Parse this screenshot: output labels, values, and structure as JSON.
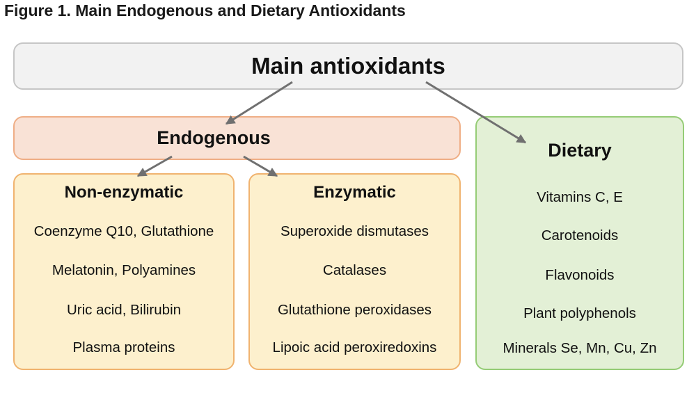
{
  "figure_title": "Figure 1. Main Endogenous and Dietary Antioxidants",
  "main": {
    "label": "Main antioxidants"
  },
  "endogenous": {
    "label": "Endogenous",
    "non_enzymatic": {
      "label": "Non-enzymatic",
      "items": [
        "Coenzyme Q10, Glutathione",
        "Melatonin, Polyamines",
        "Uric acid, Bilirubin",
        "Plasma proteins"
      ]
    },
    "enzymatic": {
      "label": "Enzymatic",
      "items": [
        "Superoxide dismutases",
        "Catalases",
        "Glutathione peroxidases",
        "Lipoic acid peroxiredoxins"
      ]
    }
  },
  "dietary": {
    "label": "Dietary",
    "items": [
      "Vitamins C, E",
      "Carotenoids",
      "Flavonoids",
      "Plant polyphenols",
      "Minerals Se, Mn, Cu, Zn"
    ]
  },
  "colors": {
    "main_fill": "#f2f2f2",
    "endogenous_fill": "#f9e2d6",
    "subcategory_fill": "#fdf0cd",
    "dietary_fill": "#e3f0d6",
    "arrow": "#707070"
  }
}
